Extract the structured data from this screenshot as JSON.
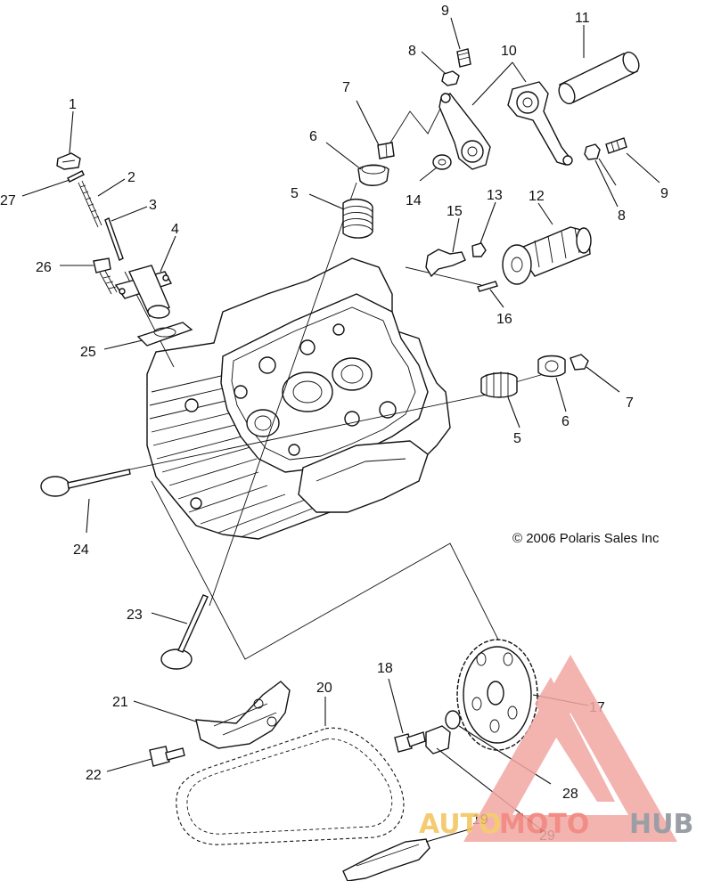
{
  "copyright": "© 2006 Polaris Sales Inc",
  "callouts": [
    "1",
    "2",
    "3",
    "4",
    "5",
    "5",
    "6",
    "6",
    "7",
    "7",
    "8",
    "8",
    "9",
    "9",
    "10",
    "11",
    "12",
    "13",
    "14",
    "15",
    "16",
    "17",
    "18",
    "19",
    "20",
    "21",
    "22",
    "23",
    "24",
    "25",
    "26",
    "27",
    "28",
    "29"
  ],
  "watermark": {
    "auto": "AUTO",
    "moto": "MOTO",
    "hub": "HUB",
    "colors": {
      "triangle": "#f2a7a3",
      "auto": "#f4c35a",
      "moto": "#f07a72",
      "hub": "#8a8f96"
    }
  }
}
